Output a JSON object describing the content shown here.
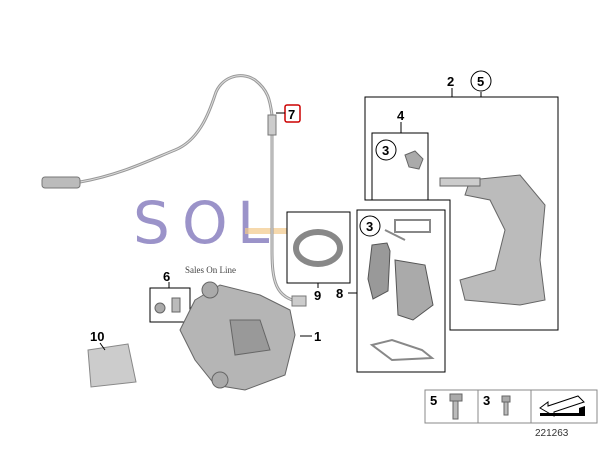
{
  "diagram": {
    "parts": [
      {
        "label": "1"
      },
      {
        "label": "2"
      },
      {
        "label": "3"
      },
      {
        "label": "4"
      },
      {
        "label": "5"
      },
      {
        "label": "6"
      },
      {
        "label": "7",
        "highlighted": true,
        "highlight_color": "#cc0000"
      },
      {
        "label": "8"
      },
      {
        "label": "9"
      },
      {
        "label": "10"
      }
    ],
    "circled_labels": {
      "pad_box": "3",
      "box4": "3",
      "box2": "5"
    },
    "legend": [
      {
        "label": "5",
        "icon": "bolt-large-icon"
      },
      {
        "label": "3",
        "icon": "bolt-small-icon"
      },
      {
        "label": "",
        "icon": "direction-arrow-icon"
      }
    ],
    "diagram_number": "221263"
  },
  "watermark": {
    "text": "SOL",
    "letters": [
      "S",
      "O",
      "L"
    ],
    "subtext": "Sales On Line",
    "color": "#7a6fb8"
  }
}
